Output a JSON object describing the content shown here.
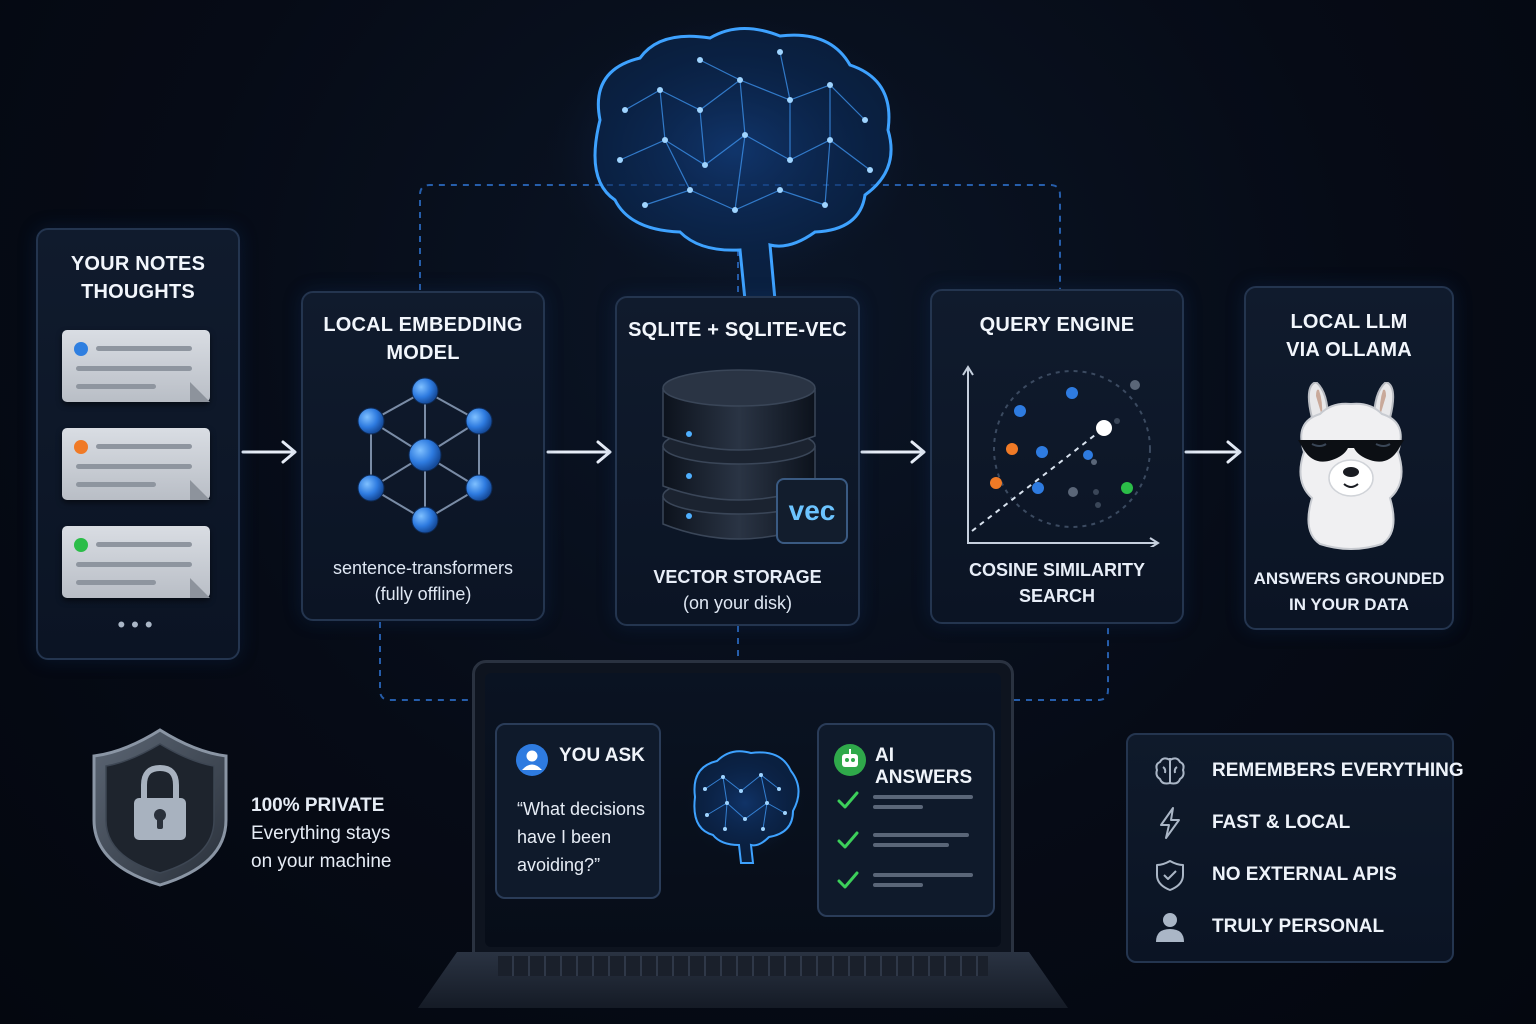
{
  "cards": {
    "notes": {
      "line1": "YOUR NOTES",
      "line2": "THOUGHTS",
      "note_dots": [
        "#2f7fe0",
        "#f07a26",
        "#2bbd48"
      ]
    },
    "embedding": {
      "line1": "LOCAL EMBEDDING",
      "line2": "MODEL",
      "sub1": "sentence-transformers",
      "sub2": "(fully offline)"
    },
    "sqlite": {
      "title": "SQLITE + SQLITE-VEC",
      "badge": "vec",
      "caption": "VECTOR STORAGE",
      "sub": "(on your disk)"
    },
    "query": {
      "title": "QUERY ENGINE",
      "cap1": "COSINE SIMILARITY",
      "cap2": "SEARCH"
    },
    "llm": {
      "line1": "LOCAL LLM",
      "line2": "VIA OLLAMA",
      "cap1": "ANSWERS GROUNDED",
      "cap2": "IN YOUR DATA"
    }
  },
  "privacy": {
    "title": "100% PRIVATE",
    "line1": "Everything stays",
    "line2": "on your machine"
  },
  "laptop": {
    "ask": {
      "label": "YOU ASK",
      "q1": "“What decisions",
      "q2": "have I been",
      "q3": "avoiding?”"
    },
    "answer": {
      "label": "AI ANSWERS"
    }
  },
  "features": [
    {
      "icon": "brain-icon",
      "label": "REMEMBERS EVERYTHING"
    },
    {
      "icon": "lightning-icon",
      "label": "FAST & LOCAL"
    },
    {
      "icon": "shield-check-icon",
      "label": "NO EXTERNAL APIS"
    },
    {
      "icon": "person-icon",
      "label": "TRULY PERSONAL"
    }
  ],
  "colors": {
    "accent": "#3a8ef0",
    "glow": "#4fb0ff",
    "check": "#3ccf5a",
    "card_border": "#24354f"
  }
}
